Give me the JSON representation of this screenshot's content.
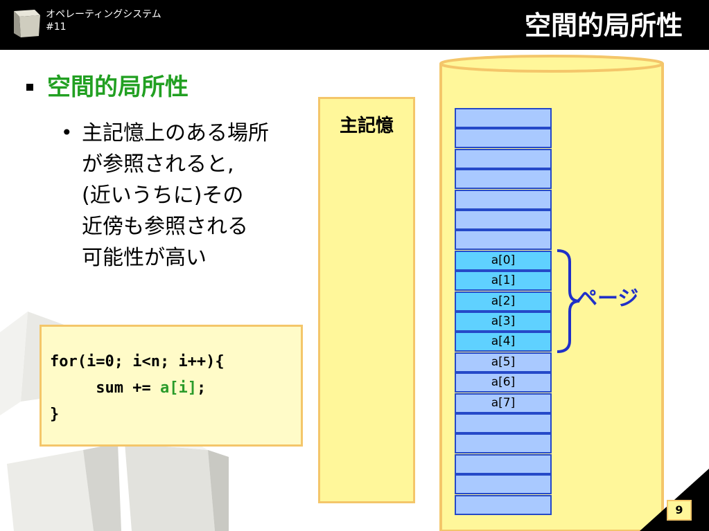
{
  "header": {
    "course_line1": "オペレーティングシステム",
    "course_line2": "#11",
    "title": "空間的局所性"
  },
  "content": {
    "heading": "空間的局所性",
    "bullet_lines": [
      "主記憶上のある場所",
      "が参照されると,",
      "(近いうちに)その",
      "近傍も参照される",
      "可能性が高い"
    ]
  },
  "code": {
    "line1": "for(i=0; i<n; i++){",
    "line2_indent": "     ",
    "line2_pre": "sum += ",
    "line2_highlight": "a[i]",
    "line2_post": ";",
    "line3": "}"
  },
  "memory": {
    "label": "主記憶",
    "cells": [
      "",
      "",
      "",
      "",
      "",
      "",
      "",
      "a[0]",
      "a[1]",
      "a[2]",
      "a[3]",
      "a[4]",
      "a[5]",
      "a[6]",
      "a[7]",
      "",
      "",
      "",
      "",
      ""
    ],
    "page_cells": [
      7,
      8,
      9,
      10,
      11
    ]
  },
  "page_label": "ページ",
  "slide_number": "9",
  "colors": {
    "heading_green": "#22a022",
    "code_highlight": "#2a9b2a",
    "cell_normal": "#a9c9ff",
    "cell_page": "#5fd1ff",
    "cell_border": "#2549c8",
    "brace": "#2030c8",
    "memory_fill": "#fff79a"
  }
}
